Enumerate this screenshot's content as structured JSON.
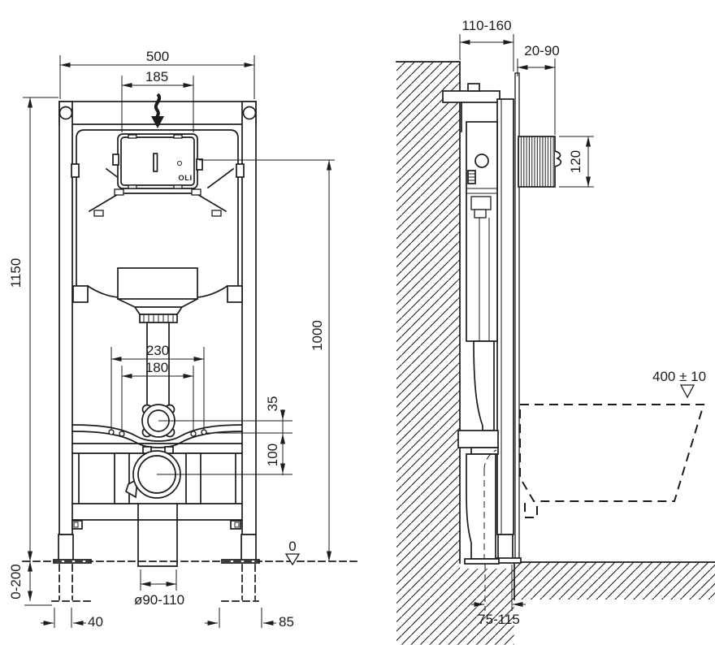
{
  "colors": {
    "ink": "#1c1c1c",
    "background": "#ffffff"
  },
  "brand": {
    "logo_text": "OLI"
  },
  "icons": {
    "water_inlet_arrow": "wavy-arrow-down",
    "datum_level": "open-triangle-down"
  },
  "front_view": {
    "overall_width": "500",
    "flush_plate_cutout_width": "185",
    "frame_height": "1150",
    "flush_plate_center_height": "1000",
    "fixing_spacing_outer": "230",
    "fixing_spacing_inner": "180",
    "flush_pipe_offset": "35",
    "waste_offset": "100",
    "foot_adjustment_range": "0-200",
    "waste_pipe_diameter": "ø90-110",
    "left_leg_offset": "40",
    "right_leg_offset": "85",
    "floor_datum": "0"
  },
  "side_view": {
    "installation_depth": "110-160",
    "wall_finish_thickness": "20-90",
    "inspection_shaft_height": "120",
    "bowl_rim_height": "400 ± 10",
    "waste_outlet_distance": "75-115"
  }
}
